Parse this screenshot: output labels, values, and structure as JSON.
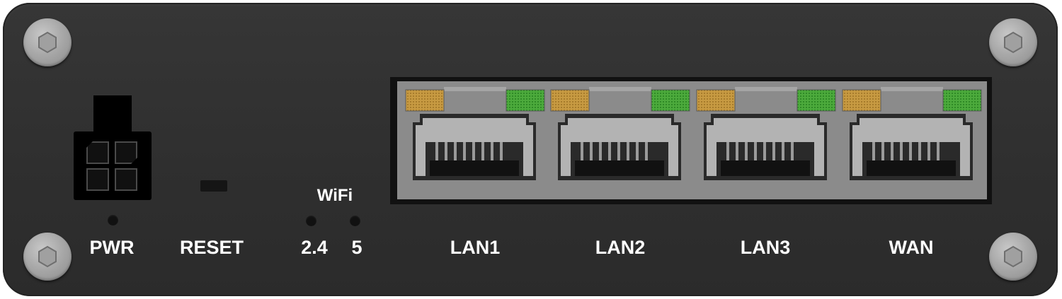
{
  "device": {
    "ports": {
      "power": {
        "label": "PWR"
      },
      "reset": {
        "label": "RESET"
      },
      "wifi": {
        "title": "WiFi",
        "bands": [
          {
            "label": "2.4"
          },
          {
            "label": "5"
          }
        ]
      },
      "ethernet": [
        {
          "label": "LAN1"
        },
        {
          "label": "LAN2"
        },
        {
          "label": "LAN3"
        },
        {
          "label": "WAN"
        }
      ]
    },
    "icons": [
      "screw-icon",
      "power-connector-icon",
      "rj45-port-icon",
      "status-led-icon"
    ],
    "colors": {
      "panel": "#333333",
      "label_text": "#ffffff",
      "led_amber": "#c79a42",
      "led_green": "#4caa3c",
      "port_housing": "#8b8b8b",
      "screw": "#a9a9a9"
    }
  }
}
